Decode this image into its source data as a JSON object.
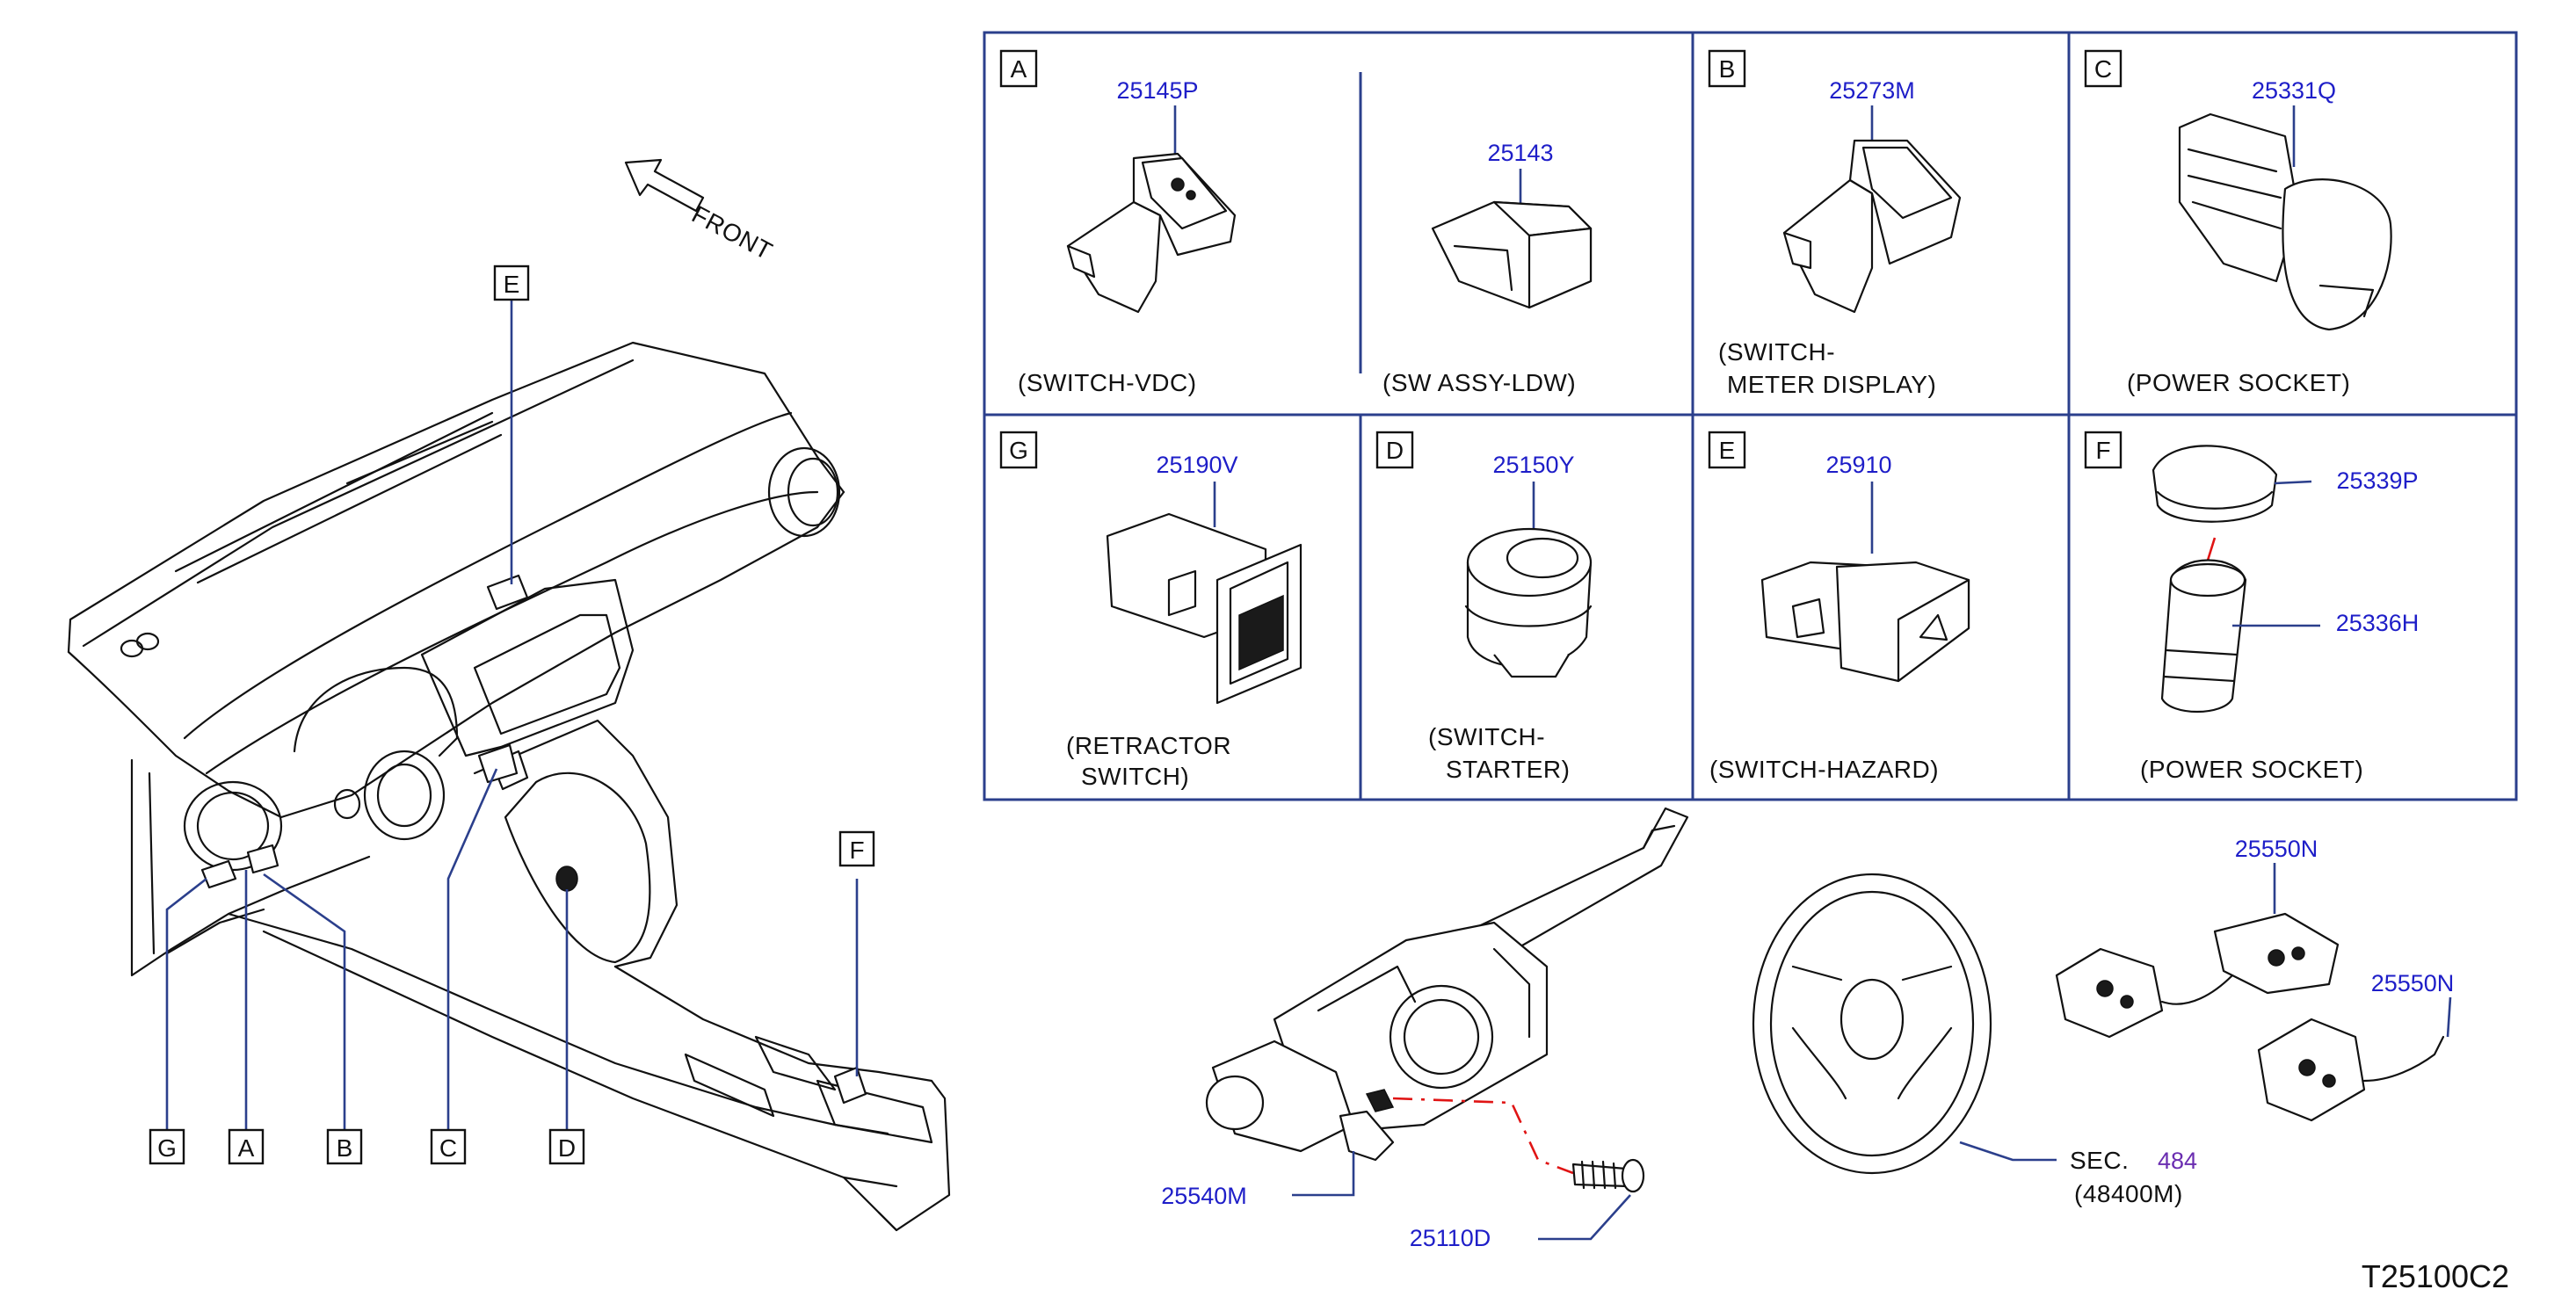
{
  "diagram_code": "T25100C2",
  "front_label": "FRONT",
  "dash_callouts": [
    "G",
    "A",
    "B",
    "C",
    "D",
    "E",
    "F"
  ],
  "panels": [
    {
      "letter": "A",
      "parts": [
        {
          "number": "25145P",
          "name": "(SWITCH-VDC)"
        },
        {
          "number": "25143",
          "name": "(SW   ASSY-LDW)"
        }
      ]
    },
    {
      "letter": "B",
      "parts": [
        {
          "number": "25273M",
          "name_line1": "(SWITCH-",
          "name_line2": "METER   DISPLAY)"
        }
      ]
    },
    {
      "letter": "C",
      "parts": [
        {
          "number": "25331Q",
          "name": "(POWER   SOCKET)"
        }
      ]
    },
    {
      "letter": "G",
      "parts": [
        {
          "number": "25190V",
          "name_line1": "(RETRACTOR",
          "name_line2": "SWITCH)"
        }
      ]
    },
    {
      "letter": "D",
      "parts": [
        {
          "number": "25150Y",
          "name_line1": "(SWITCH-",
          "name_line2": "STARTER)"
        }
      ]
    },
    {
      "letter": "E",
      "parts": [
        {
          "number": "25910",
          "name": "(SWITCH-HAZARD)"
        }
      ]
    },
    {
      "letter": "F",
      "parts": [
        {
          "number": "25339P"
        },
        {
          "number": "25336H",
          "name": "(POWER   SOCKET)"
        }
      ]
    }
  ],
  "lower_parts": {
    "combination_switch": "25540M",
    "screw": "25110D",
    "steering_switch_right": "25550N",
    "steering_switch_left": "25550N",
    "sec_prefix": "SEC.",
    "sec_number": "484",
    "sec_sub": "(48400M)"
  }
}
